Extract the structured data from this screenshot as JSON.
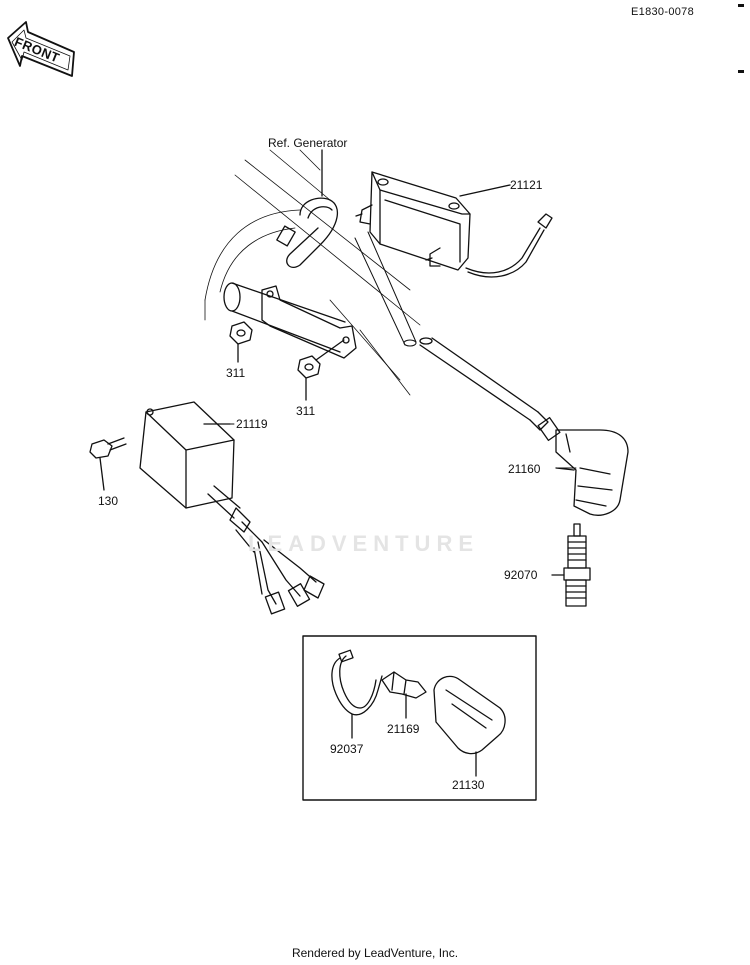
{
  "drawing_code": "E1830-0078",
  "front_label": "FRONT",
  "watermark_text": "LEADVENTURE",
  "footer": "Rendered by LeadVenture, Inc.",
  "callouts": {
    "ref_generator": "Ref. Generator",
    "p21121": "21121",
    "p311a": "311",
    "p311b": "311",
    "p21119": "21119",
    "p130": "130",
    "p21160": "21160",
    "p92070": "92070",
    "p92037": "92037",
    "p21169": "21169",
    "p21130": "21130"
  }
}
